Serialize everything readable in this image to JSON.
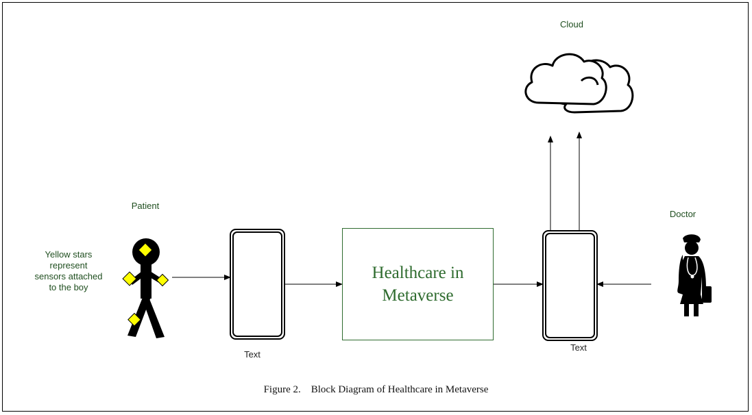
{
  "nodes": {
    "cloud": {
      "label": "Cloud",
      "icon": "cloud-icon"
    },
    "patient": {
      "label": "Patient",
      "icon": "stick-figure-icon",
      "sensor_color": "#ffff00"
    },
    "sensor_note": "Yellow stars\nrepresent\nsensors attached\nto the boy",
    "phone_left": {
      "label": "Text",
      "icon": "smartphone-icon"
    },
    "center": {
      "label": "Healthcare in\nMetaverse"
    },
    "phone_right": {
      "label": "Text",
      "icon": "smartphone-icon"
    },
    "doctor": {
      "label": "Doctor",
      "icon": "doctor-icon"
    }
  },
  "caption": "Figure 2.    Block Diagram of Healthcare in Metaverse",
  "colors": {
    "label_green": "#1f4e1f",
    "box_green": "#2e6b2e",
    "sensor": "#ffff00",
    "line": "#000000"
  }
}
